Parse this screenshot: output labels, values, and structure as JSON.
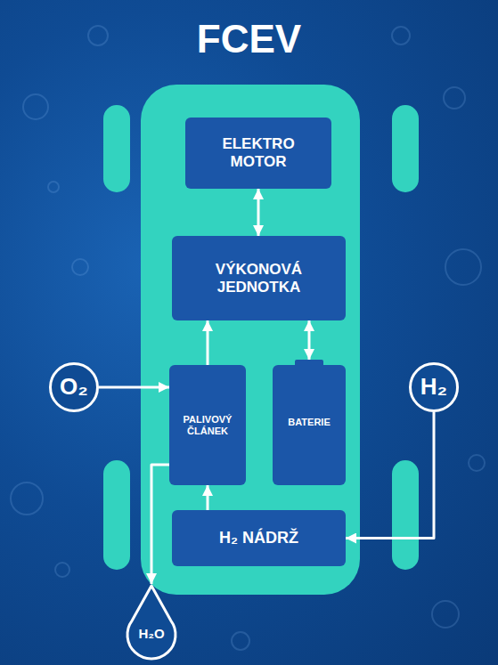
{
  "diagram": {
    "title": "FCEV",
    "nodes": [
      {
        "text": [
          "ELEKTRO MOTOR"
        ]
      },
      {
        "text": [
          "VÝKONOVÁ JEDNOTKA"
        ]
      },
      {
        "text": [
          "O₂"
        ]
      },
      {
        "text": [
          "PALIVOVÝ ČLÁNEK"
        ]
      },
      {
        "text": [
          "BATERIE"
        ]
      },
      {
        "text": [
          "H₂"
        ]
      },
      {
        "text": [
          "H₂ NÁDRŽ"
        ]
      },
      {
        "text": [
          "H₂O"
        ]
      }
    ],
    "edges": [
      {
        "from": 0,
        "to": 1,
        "arrow": "both"
      },
      {
        "from": 3,
        "to": 1,
        "arrow": "to"
      },
      {
        "from": 1,
        "to": 4,
        "arrow": "both"
      },
      {
        "from": 2,
        "to": 3,
        "arrow": "to"
      },
      {
        "from": 5,
        "to": 6,
        "arrow": "to"
      },
      {
        "from": 6,
        "to": 3,
        "arrow": "to"
      },
      {
        "from": 3,
        "to": 7,
        "arrow": "to"
      }
    ]
  }
}
